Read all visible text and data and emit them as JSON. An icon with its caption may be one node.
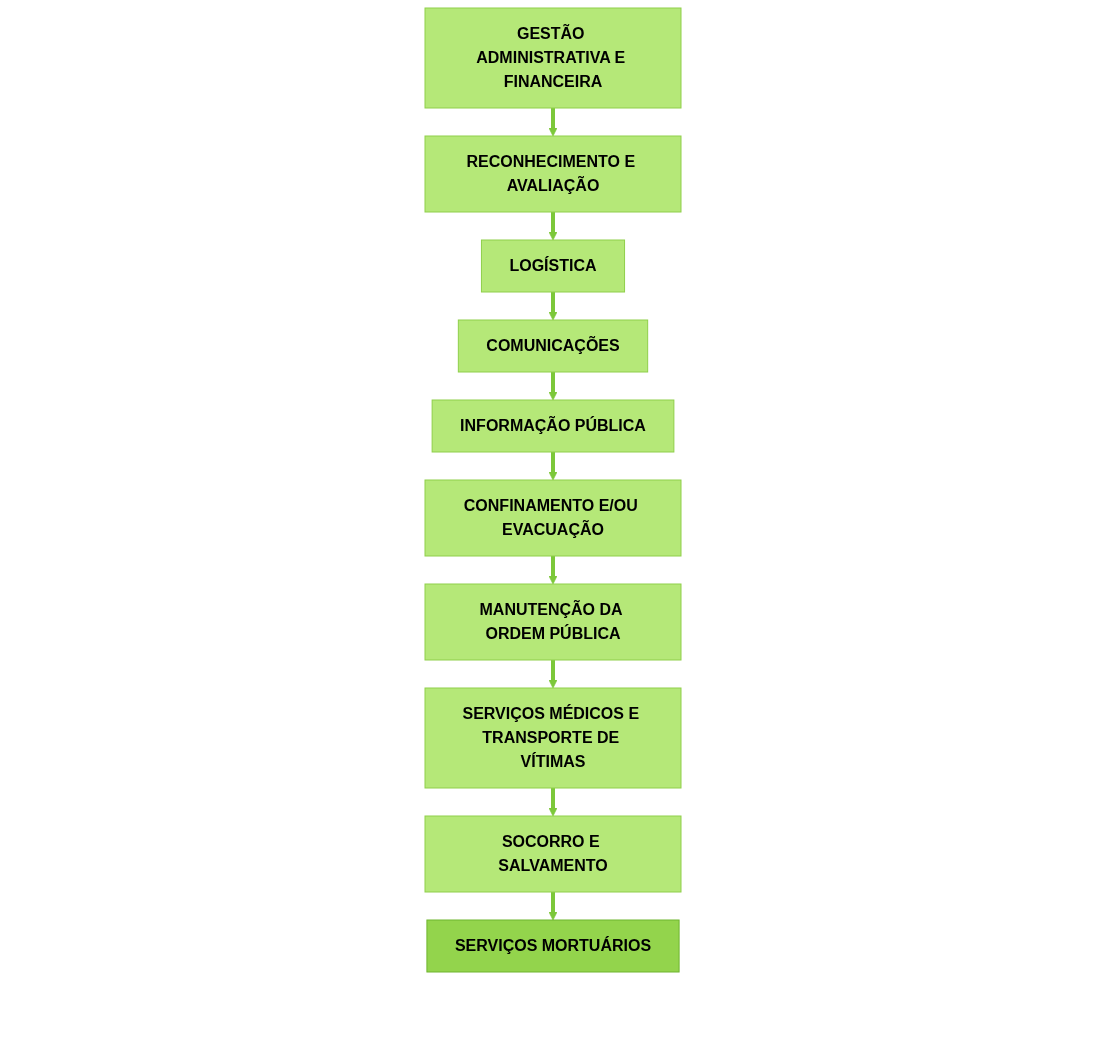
{
  "diagram": {
    "nodes": [
      {
        "text": [
          "GESTÃO ADMINISTRATIVA E FINANCEIRA"
        ]
      },
      {
        "text": [
          "RECONHECIMENTO E AVALIAÇÃO"
        ]
      },
      {
        "text": [
          "LOGÍSTICA"
        ]
      },
      {
        "text": [
          "COMUNICAÇÕES"
        ]
      },
      {
        "text": [
          "INFORMAÇÃO PÚBLICA"
        ]
      },
      {
        "text": [
          "CONFINAMENTO E/OU EVACUAÇÃO"
        ]
      },
      {
        "text": [
          "MANUTENÇÃO DA ORDEM PÚBLICA"
        ]
      },
      {
        "text": [
          "SERVIÇOS MÉDICOS E TRANSPORTE DE VÍTIMAS"
        ]
      },
      {
        "text": [
          "SOCORRO E SALVAMENTO"
        ]
      },
      {
        "text": [
          "SERVIÇOS MORTUÁRIOS"
        ]
      }
    ],
    "edges": [
      {
        "from": 0,
        "to": 1,
        "arrow": "to"
      },
      {
        "from": 1,
        "to": 2,
        "arrow": "to"
      },
      {
        "from": 2,
        "to": 3,
        "arrow": "to"
      },
      {
        "from": 3,
        "to": 4,
        "arrow": "to"
      },
      {
        "from": 4,
        "to": 5,
        "arrow": "to"
      },
      {
        "from": 5,
        "to": 6,
        "arrow": "to"
      },
      {
        "from": 6,
        "to": 7,
        "arrow": "to"
      },
      {
        "from": 7,
        "to": 8,
        "arrow": "to"
      },
      {
        "from": 8,
        "to": 9,
        "arrow": "to"
      }
    ]
  }
}
